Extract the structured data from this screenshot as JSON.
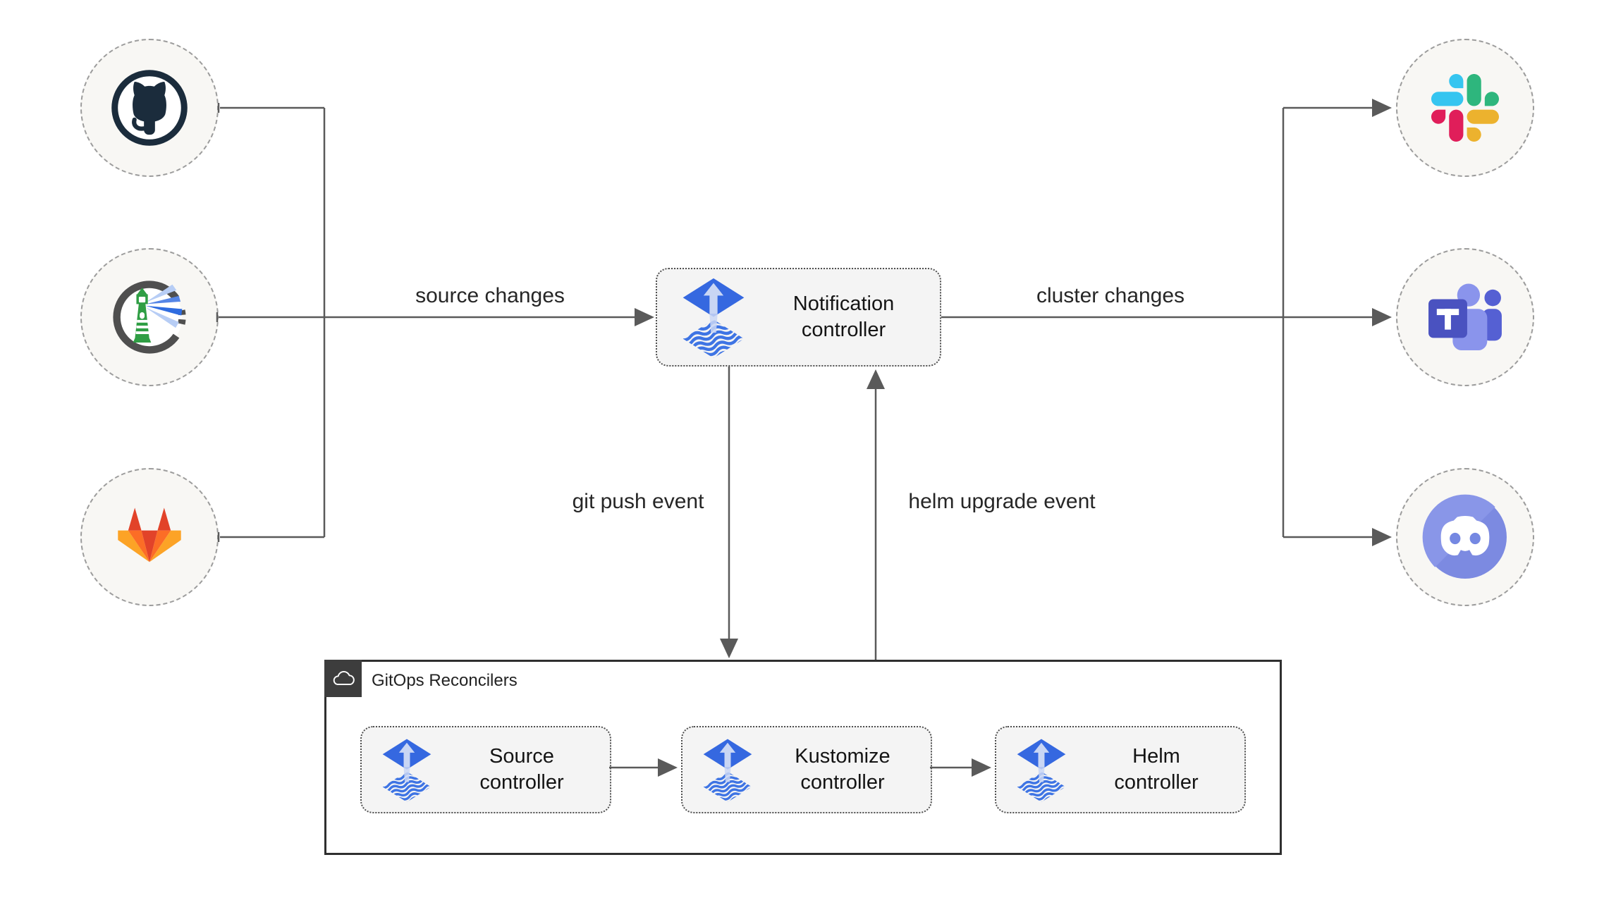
{
  "group": {
    "label": "GitOps Reconcilers",
    "icon": "cloud-icon"
  },
  "nodes": {
    "notification": {
      "label": "Notification controller",
      "icon": "flux-icon"
    },
    "source": {
      "label": "Source controller",
      "icon": "flux-icon"
    },
    "kustomize": {
      "label": "Kustomize controller",
      "icon": "flux-icon"
    },
    "helm": {
      "label": "Helm controller",
      "icon": "flux-icon"
    }
  },
  "edges": {
    "source_changes": "source changes",
    "cluster_changes": "cluster changes",
    "git_push": "git push event",
    "helm_upgrade": "helm upgrade event"
  },
  "event_sources": [
    {
      "icon": "github-icon"
    },
    {
      "icon": "harbor-icon"
    },
    {
      "icon": "gitlab-icon"
    }
  ],
  "alert_providers": [
    {
      "icon": "slack-icon"
    },
    {
      "icon": "ms-teams-icon"
    },
    {
      "icon": "discord-icon"
    }
  ],
  "colors": {
    "connector": "#5a5a5a",
    "node_fill": "#f4f4f4",
    "node_border": "#4f4f4f",
    "endpoint_fill": "#f8f7f4",
    "endpoint_border": "#9c9c9c",
    "container_border": "#2f2f2f",
    "container_tab": "#3d3d3d",
    "label_color": "#262626",
    "flux_blue": "#3568e0",
    "flux_light_arrow": "#c9d6f4",
    "github_dark": "#1b2c3c",
    "harbor_ring_gray": "#4f4f4f",
    "harbor_green": "#2f9e44",
    "harbor_beam_blue": "#2f6ce0",
    "gitlab_red": "#e24329",
    "gitlab_orange": "#fc6d26",
    "gitlab_yellow": "#fca326",
    "slack_blue": "#36c5f0",
    "slack_green": "#2eb67d",
    "slack_red": "#e01e5a",
    "slack_yellow": "#ecb22e",
    "teams_indigo": "#4a52c0",
    "teams_light": "#8a94ec",
    "teams_dark": "#5560d3",
    "discord_blurple": "#7c8ae1"
  }
}
